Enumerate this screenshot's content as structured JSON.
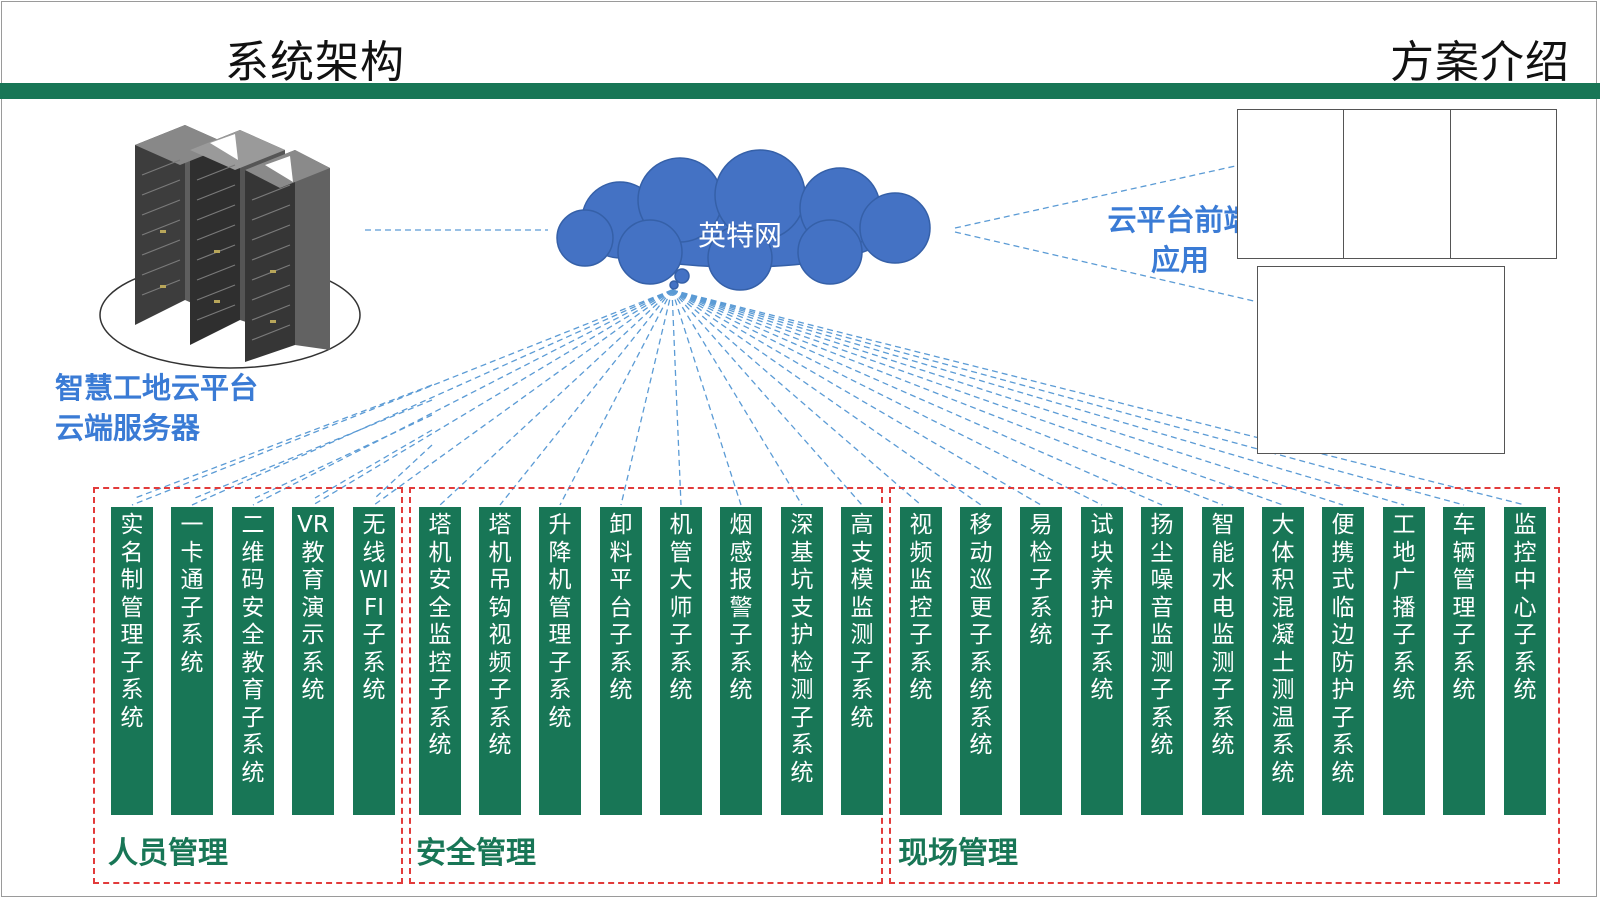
{
  "header": {
    "title_left": "系统架构",
    "title_right": "方案介绍"
  },
  "cloud": {
    "label": "英特网"
  },
  "server": {
    "label": "智慧工地云平台云端服务器"
  },
  "client": {
    "label": "云平台前端应用"
  },
  "colors": {
    "brand_green": "#187656",
    "accent_blue": "#3a7bd5",
    "dash_red": "#e23b3b",
    "cloud_blue": "#4472c4"
  },
  "groups": [
    {
      "label": "人员管理",
      "columns": [
        "实名制管理子系统",
        "一卡通子系统",
        "二维码安全教育子系统",
        "VR教育演示系统",
        "无线WIFI子系统"
      ]
    },
    {
      "label": "安全管理",
      "columns": [
        "塔机安全监控子系统",
        "塔机吊钩视频子系统",
        "升降机管理子系统",
        "卸料平台子系统",
        "机管大师子系统",
        "烟感报警子系统",
        "深基坑支护检测子系统",
        "高支模监测子系统"
      ]
    },
    {
      "label": "现场管理",
      "columns": [
        "视频监控子系统",
        "移动巡更子系统系统",
        "易检子系统",
        "试块养护子系统",
        "扬尘噪音监测子系统",
        "智能水电监测子系统",
        "大体积混凝土测温系统",
        "便携式临边防护子系统",
        "工地广播子系统",
        "车辆管理子系统",
        "监控中心子系统"
      ]
    }
  ]
}
